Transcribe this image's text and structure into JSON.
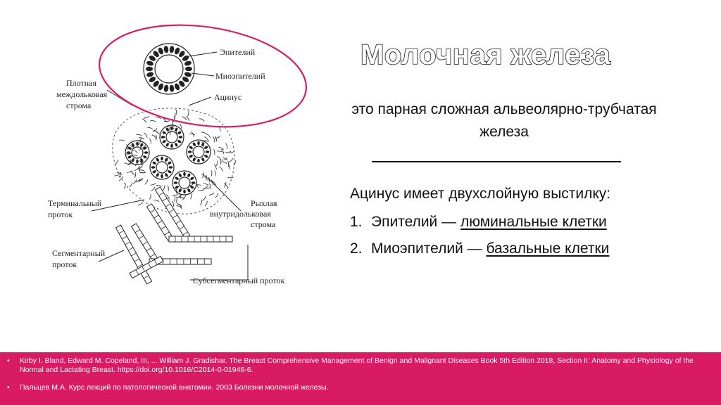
{
  "title": "Молочная железа",
  "definition": "это парная сложная альвеолярно-трубчатая железа",
  "acinus": {
    "heading": "Ацинус имеет двухслойную выстилку:",
    "layers": [
      {
        "number": "1.",
        "name": "Эпителий",
        "dash": " — ",
        "cell": "люминальные клетки"
      },
      {
        "number": "2.",
        "name": "Миоэпителий",
        "dash": " — ",
        "cell": "базальные клетки"
      }
    ]
  },
  "diagram": {
    "labels": {
      "epithelium": "Эпителий",
      "myoepithelium": "Миоэпителий",
      "acinus": "Ацинус",
      "dense_stroma_1": "Плотная",
      "dense_stroma_2": "междольковая",
      "dense_stroma_3": "строма",
      "terminal_duct_1": "Терминальный",
      "terminal_duct_2": "проток",
      "loose_stroma_1": "Рыхлая",
      "loose_stroma_2": "внутридольковая",
      "loose_stroma_3": "строма",
      "segmental_duct_1": "Сегментарный",
      "segmental_duct_2": "проток",
      "subsegmental_duct": "Субсегментарный проток"
    },
    "highlight_color": "#d81b63"
  },
  "references": [
    "Kirby I. Bland, Edward M. Copeland, III, ... William J. Gradishar. The Breast Comprehensive Management of Benign and Malignant Diseases Book 5th Edition 2018, Section II: Anatomy and Physiology of the Normal and Lactating Breast. https://doi.org/10.1016/C2014-0-01946-6.",
    "Пальцев М.А. Курс лекций по патологической анатомии. 2003 Болезни молочной железы."
  ],
  "colors": {
    "footer_bg": "#d81b63",
    "footer_text": "#ffffff"
  }
}
